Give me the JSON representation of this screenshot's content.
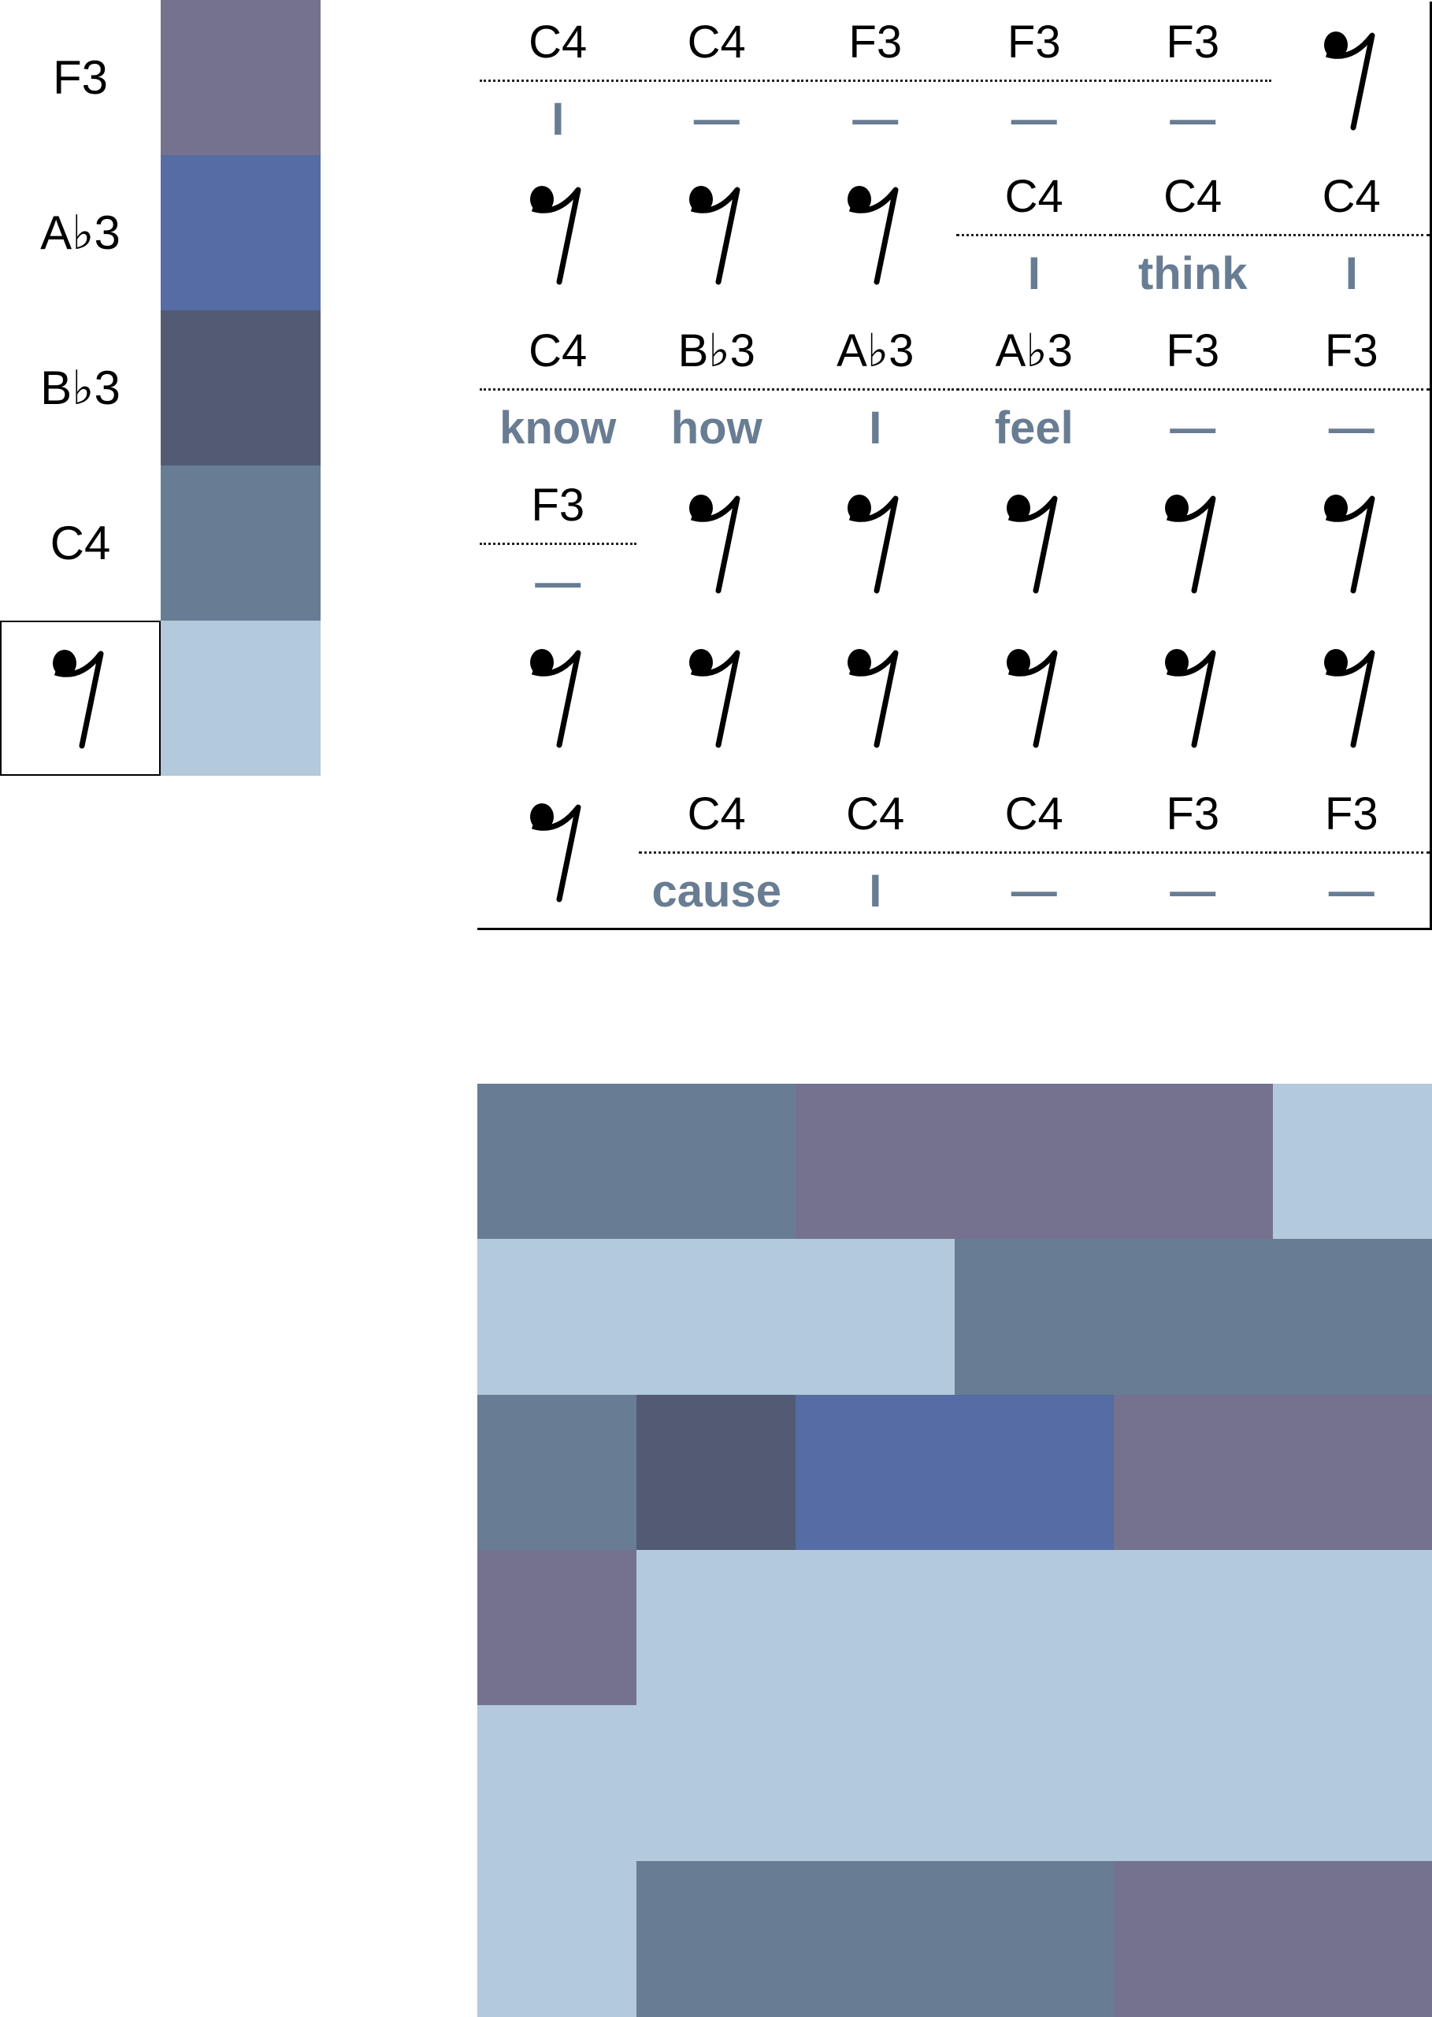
{
  "legend": [
    {
      "pitch": "F3",
      "color": "#74728f"
    },
    {
      "pitch": "A♭3",
      "color": "#556ca4"
    },
    {
      "pitch": "B♭3",
      "color": "#535b74"
    },
    {
      "pitch": "C4",
      "color": "#687d93"
    },
    {
      "pitch": "rest",
      "color": "#b3c9dc",
      "icon": "eighth-rest-icon"
    }
  ],
  "grid": [
    [
      {
        "pitch": "C4",
        "lyric": "I"
      },
      {
        "pitch": "C4",
        "lyric": "—"
      },
      {
        "pitch": "F3",
        "lyric": "—"
      },
      {
        "pitch": "F3",
        "lyric": "—"
      },
      {
        "pitch": "F3",
        "lyric": "—"
      },
      {
        "pitch": "rest"
      }
    ],
    [
      {
        "pitch": "rest"
      },
      {
        "pitch": "rest"
      },
      {
        "pitch": "rest"
      },
      {
        "pitch": "C4",
        "lyric": "I"
      },
      {
        "pitch": "C4",
        "lyric": "think"
      },
      {
        "pitch": "C4",
        "lyric": "I"
      }
    ],
    [
      {
        "pitch": "C4",
        "lyric": "know"
      },
      {
        "pitch": "B♭3",
        "lyric": "how"
      },
      {
        "pitch": "A♭3",
        "lyric": "I"
      },
      {
        "pitch": "A♭3",
        "lyric": "feel"
      },
      {
        "pitch": "F3",
        "lyric": "—"
      },
      {
        "pitch": "F3",
        "lyric": "—"
      }
    ],
    [
      {
        "pitch": "F3",
        "lyric": "—"
      },
      {
        "pitch": "rest"
      },
      {
        "pitch": "rest"
      },
      {
        "pitch": "rest"
      },
      {
        "pitch": "rest"
      },
      {
        "pitch": "rest"
      }
    ],
    [
      {
        "pitch": "rest"
      },
      {
        "pitch": "rest"
      },
      {
        "pitch": "rest"
      },
      {
        "pitch": "rest"
      },
      {
        "pitch": "rest"
      },
      {
        "pitch": "rest"
      }
    ],
    [
      {
        "pitch": "rest"
      },
      {
        "pitch": "C4",
        "lyric": "cause"
      },
      {
        "pitch": "C4",
        "lyric": "I"
      },
      {
        "pitch": "C4",
        "lyric": "—"
      },
      {
        "pitch": "F3",
        "lyric": "—"
      },
      {
        "pitch": "F3",
        "lyric": "—"
      }
    ]
  ]
}
